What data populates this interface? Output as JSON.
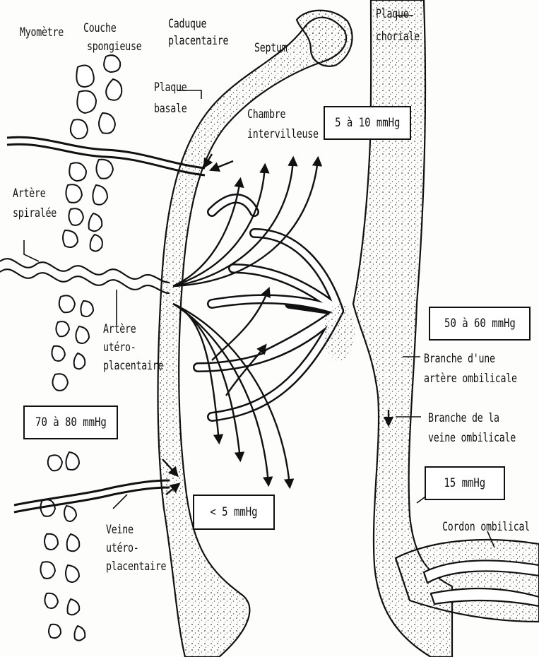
{
  "labels": {
    "myometre": "Myomètre",
    "couche_1": "Couche",
    "couche_2": "spongieuse",
    "caduque_1": "Caduque",
    "caduque_2": "placentaire",
    "septum": "Septum",
    "plaque_choriale_1": "Plaque",
    "plaque_choriale_2": "choriale",
    "plaque_basale_1": "Plaque",
    "plaque_basale_2": "basale",
    "chambre_1": "Chambre",
    "chambre_2": "intervilleuse",
    "artere_spiralee_1": "Artère",
    "artere_spiralee_2": "spiralée",
    "artere_utero_1": "Artère",
    "artere_utero_2": "utéro-",
    "artere_utero_3": "placentaire",
    "branche_arterielle_1": "Branche d'une",
    "branche_arterielle_2": "artère ombilicale",
    "branche_veineuse_1": "Branche de la",
    "branche_veineuse_2": "veine ombilicale",
    "cordon": "Cordon ombilical",
    "veine_utero_1": "Veine",
    "veine_utero_2": "utéro-",
    "veine_utero_3": "placentaire"
  },
  "pressures": {
    "intervillous": "5 à 10 mmHg",
    "umbilical_artery": "50 à 60 mmHg",
    "uterine_artery": "70 à 80 mmHg",
    "umbilical_vein": "15 mmHg",
    "uterine_vein": "< 5 mmHg"
  },
  "colors": {
    "ink": "#111111",
    "background": "#fdfdfb",
    "stipple": "#444444"
  }
}
